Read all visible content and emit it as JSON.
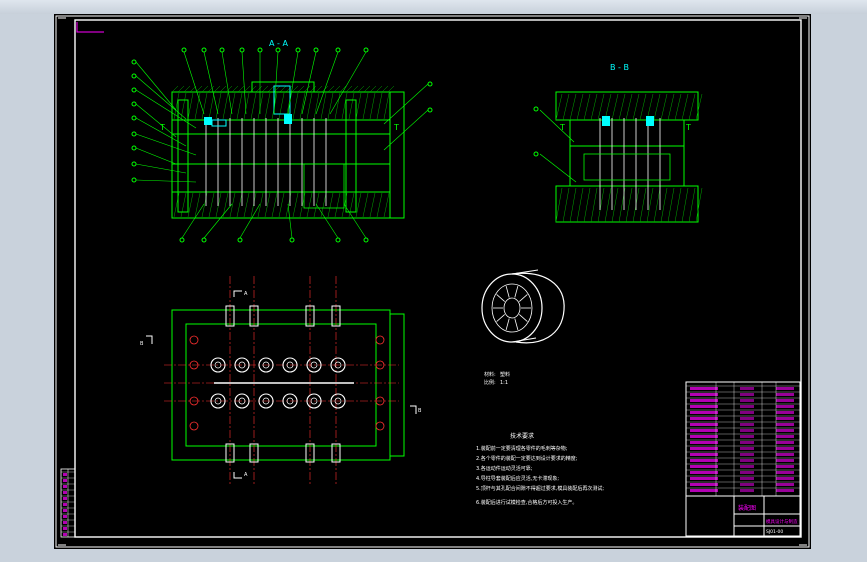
{
  "section_aa": "A - A",
  "section_bb": "B - B",
  "section_mark_t": "T",
  "label_a": "A",
  "label_b": "B",
  "part_material_label": "材料:",
  "part_material_value": "塑料",
  "part_scale_label": "比例:",
  "part_scale_value": "1:1",
  "tech_title": "技术要求",
  "tech_notes": [
    "1.装配前一定要清理各零件的毛刺等杂物;",
    "2.各个零件的装配一定要达到设计要求的精度;",
    "3.各运动件运动灵活可靠;",
    "4.导柱导套装配后应灵活,无卡滞现象;",
    "5.顶杆与其孔配合间隙不得超过要求,模具装配后再次测试;",
    "6.装配后进行试模检查,合格后方可投入生产。"
  ],
  "title_block": {
    "drawing_name": "装配图",
    "school": "模具设计与制造",
    "drawing_no": "SJ01-00"
  },
  "colors": {
    "outline": "#00ff00",
    "leader": "#00ff00",
    "centerline": "#ff3030",
    "cyan": "#00ffff",
    "magenta": "#ff00ff",
    "white": "#ffffff",
    "yellow": "#ffff00",
    "frame": "#ffffff"
  }
}
